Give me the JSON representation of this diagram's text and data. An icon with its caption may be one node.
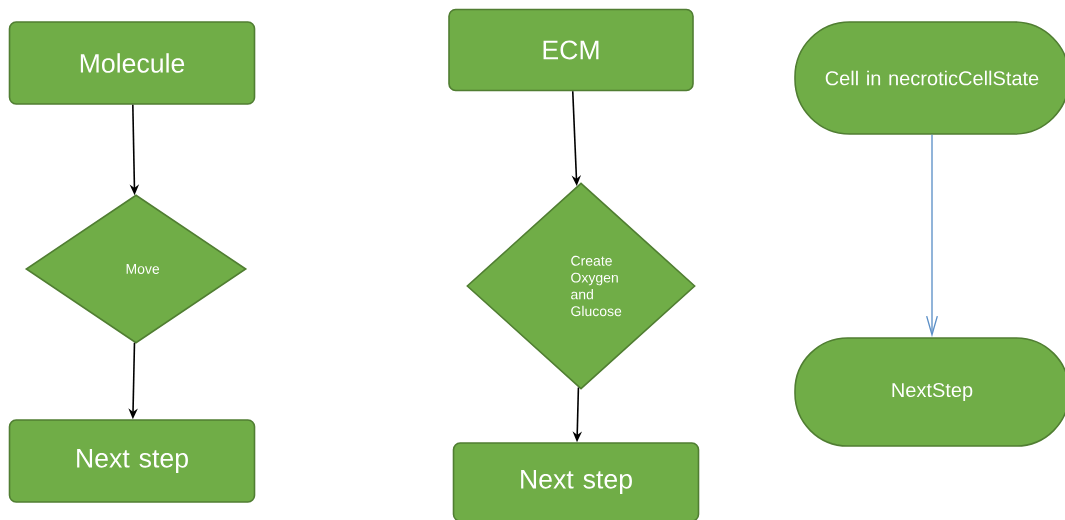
{
  "diagram": {
    "nodes": [
      {
        "text": [
          "Molecule"
        ]
      },
      {
        "text": [
          "Move"
        ]
      },
      {
        "text": [
          "Next step"
        ]
      },
      {
        "text": [
          "ECM"
        ]
      },
      {
        "text": [
          "Create Oxygen and Glucose"
        ]
      },
      {
        "text": [
          "Next step"
        ]
      },
      {
        "text": [
          "Cell in necroticCellState"
        ]
      },
      {
        "text": [
          "NextStep"
        ]
      }
    ],
    "edges": [
      {
        "from": 0,
        "to": 1,
        "arrow": "to"
      },
      {
        "from": 1,
        "to": 2,
        "arrow": "to"
      },
      {
        "from": 3,
        "to": 4,
        "arrow": "to"
      },
      {
        "from": 4,
        "to": 5,
        "arrow": "to"
      },
      {
        "from": 6,
        "to": 7,
        "arrow": "to",
        "color": "#5b8fc7"
      }
    ]
  }
}
